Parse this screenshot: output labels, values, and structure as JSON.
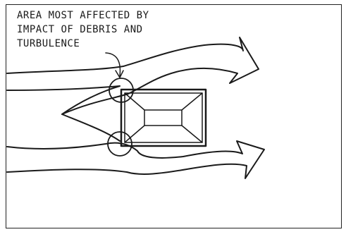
{
  "annotation": {
    "line1": "AREA MOST AFFECTED BY",
    "line2": "IMPACT OF DEBRIS AND",
    "line3": "TURBULENCE"
  },
  "colors": {
    "ink": "#1a1a1a",
    "paper": "#ffffff"
  },
  "icons": [
    "wind-flow-arrow-top",
    "wind-flow-arrow-bottom",
    "building-hip-roof",
    "impact-zone-circle"
  ]
}
